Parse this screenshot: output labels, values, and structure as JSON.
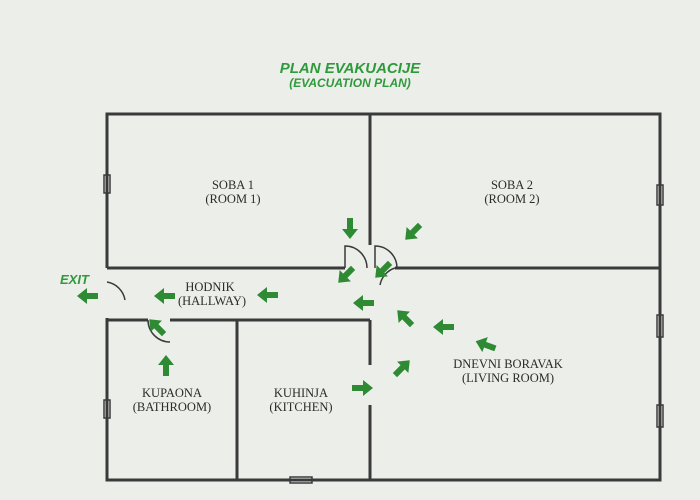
{
  "title": "PLAN EVAKUACIJE",
  "subtitle": "(EVACUATION PLAN)",
  "exit_label": "EXIT",
  "rooms": {
    "soba1": {
      "name": "SOBA 1",
      "translation": "(ROOM 1)"
    },
    "soba2": {
      "name": "SOBA 2",
      "translation": "(ROOM 2)"
    },
    "hodnik": {
      "name": "HODNIK",
      "translation": "(HALLWAY)"
    },
    "kupaona": {
      "name": "KUPAONA",
      "translation": "(BATHROOM)"
    },
    "kuhinja": {
      "name": "KUHINJA",
      "translation": "(KITCHEN)"
    },
    "dnevni": {
      "name": "DNEVNI BORAVAK",
      "translation": "(LIVING ROOM)"
    }
  },
  "colors": {
    "arrow": "#2f8a34",
    "wall": "#3a3a3a",
    "title": "#2f9a3c",
    "background": "#eceee9"
  }
}
